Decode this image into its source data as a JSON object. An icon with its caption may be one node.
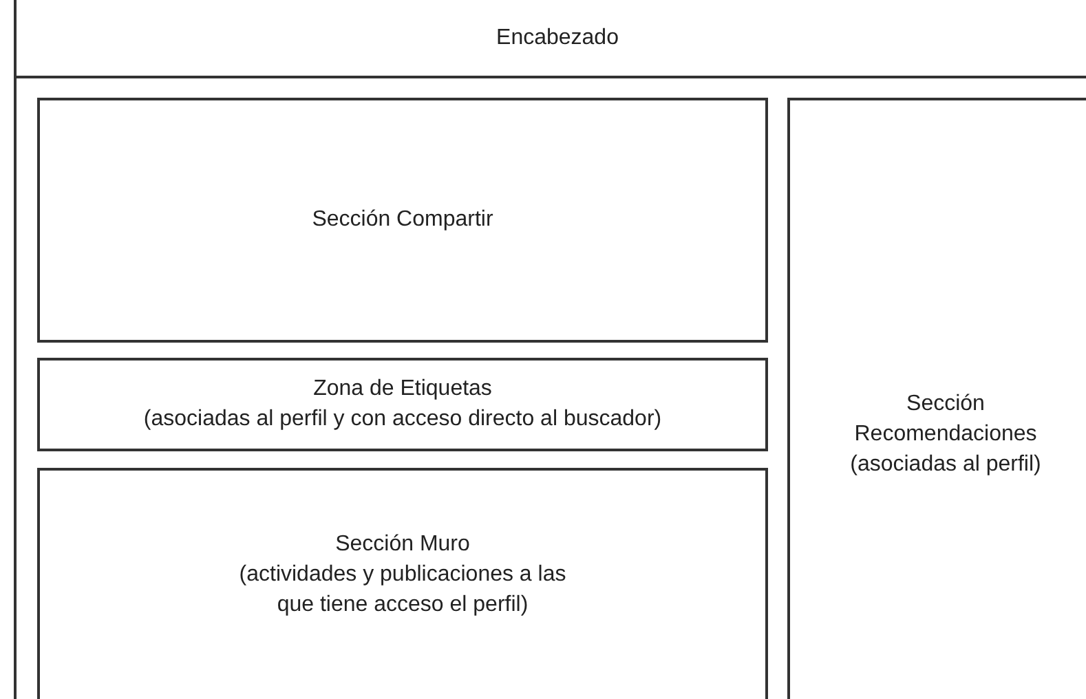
{
  "diagram": {
    "nodes": [
      {
        "text": [
          "Encabezado"
        ]
      },
      {
        "text": [
          "Sección Compartir"
        ]
      },
      {
        "text": [
          "Zona de Etiquetas",
          "(asociadas al perfil y con acceso directo al buscador)"
        ]
      },
      {
        "text": [
          "Sección Muro",
          "(actividades y publicaciones a las que tiene acceso el perfil)"
        ]
      },
      {
        "text": [
          "Sección Recomendaciones",
          "(asociadas al perfil)"
        ]
      }
    ]
  }
}
